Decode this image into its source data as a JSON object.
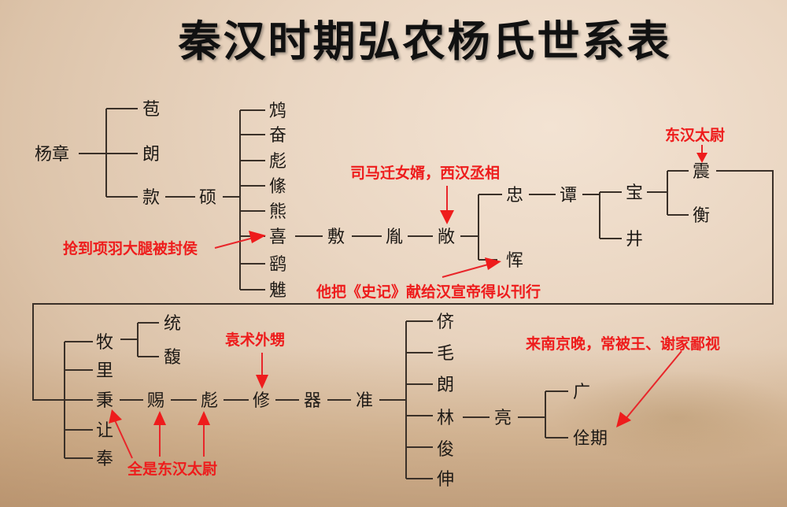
{
  "title": "秦汉时期弘农杨氏世系表",
  "colors": {
    "background": "#ead6c2",
    "text": "#1e1a16",
    "line": "#3a3028",
    "annotation": "#ee1c1c"
  },
  "nodes": {
    "yang_zhang": "杨章",
    "bao": "苞",
    "lang1": "朗",
    "kuan": "款",
    "shuo": "硕",
    "gen3": [
      "鸩",
      "奋",
      "彪",
      "絛",
      "熊",
      "喜",
      "鹞",
      "魋"
    ],
    "fu": "敷",
    "yin": "胤",
    "chang": "敞",
    "zhong": "忠",
    "yun": "恽",
    "tan": "谭",
    "bao2": "宝",
    "jing": "井",
    "zhen": "震",
    "heng": "衡",
    "zhen_sons": [
      "牧",
      "里",
      "秉",
      "让",
      "奉"
    ],
    "mu_sons": [
      "统",
      "馥"
    ],
    "main_line": [
      "秉",
      "赐",
      "彪",
      "修",
      "器",
      "准"
    ],
    "zhun_sons": [
      "侪",
      "毛",
      "朗",
      "林",
      "俊",
      "伸"
    ],
    "liang": "亮",
    "liang_sons": [
      "广",
      "佺期"
    ]
  },
  "annotations": {
    "xi_note": "抢到项羽大腿被封侯",
    "chang_note": "司马迁女婿，西汉丞相",
    "yun_note": "他把《史记》献给汉宣帝得以刊行",
    "zhen_note": "东汉太尉",
    "xiu_note": "袁术外甥",
    "taiwei_note": "全是东汉太尉",
    "quanqi_note": "来南京晚，常被王、谢家鄙视"
  }
}
